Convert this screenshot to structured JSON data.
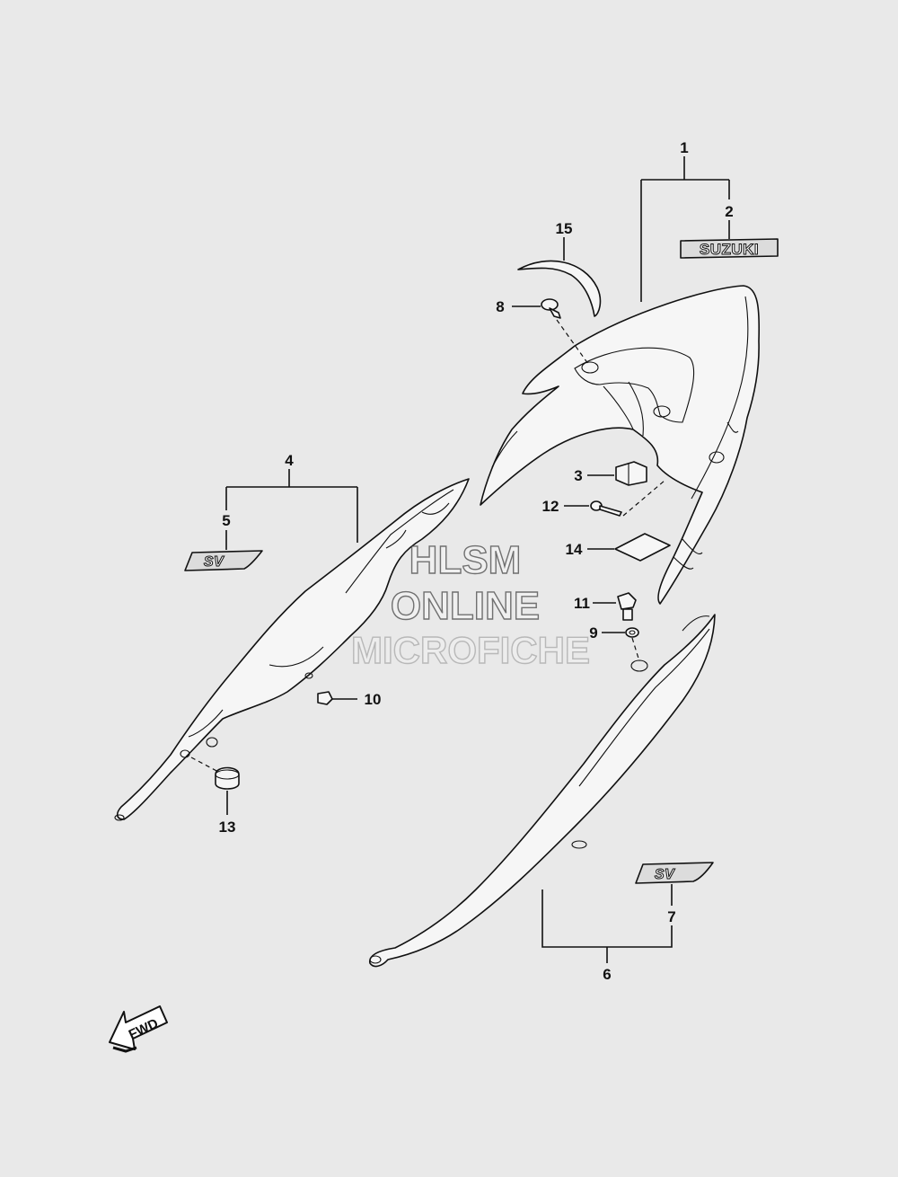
{
  "callouts": [
    {
      "number": "1"
    },
    {
      "number": "2"
    },
    {
      "number": "3"
    },
    {
      "number": "4"
    },
    {
      "number": "5"
    },
    {
      "number": "6"
    },
    {
      "number": "7"
    },
    {
      "number": "8"
    },
    {
      "number": "9"
    },
    {
      "number": "10"
    },
    {
      "number": "11"
    },
    {
      "number": "12"
    },
    {
      "number": "13"
    },
    {
      "number": "14"
    },
    {
      "number": "15"
    }
  ],
  "emblems": {
    "brand": "SUZUKI",
    "model_logo": "SV"
  },
  "watermark": {
    "line1": "HLSM",
    "line2": "ONLINE",
    "line3": "MICROFICHE"
  },
  "direction_arrow": {
    "label": "FWD",
    "icon": "forward-arrow-icon"
  },
  "colors": {
    "background": "#e9e9e9",
    "line": "#111111"
  }
}
